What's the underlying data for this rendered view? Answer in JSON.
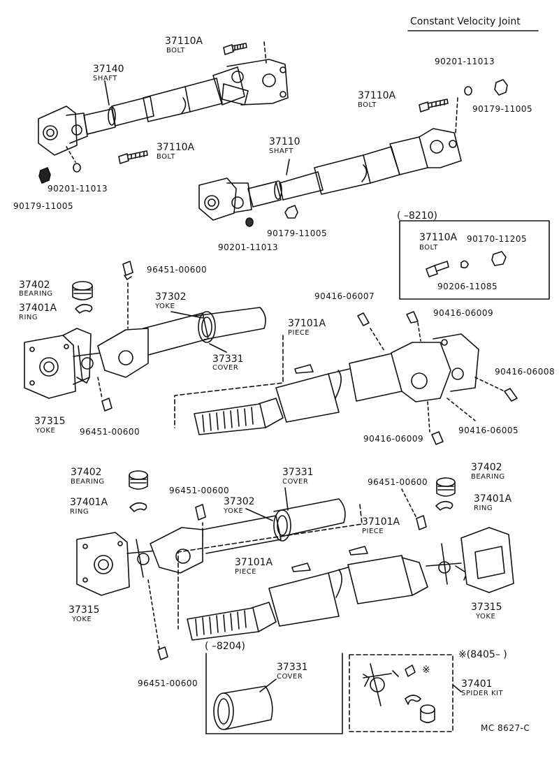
{
  "title": "Constant Velocity Joint",
  "drawing_code": "MC  8627-C",
  "colors": {
    "ink": "#111111",
    "paper": "#ffffff"
  },
  "labels": {
    "bolt_top_num": "37110A",
    "bolt_top_name": "BOLT",
    "shaft_37140_num": "37140",
    "shaft_37140_name": "SHAFT",
    "bolt_mid_num": "37110A",
    "bolt_mid_name": "BOLT",
    "washer_left": "90201-11013",
    "nut_left": "90179-11005",
    "washer_right_top": "90201-11013",
    "bolt_right_num": "37110A",
    "bolt_right_name": "BOLT",
    "nut_right_top": "90179-11005",
    "shaft_37110_num": "37110",
    "shaft_37110_name": "SHAFT",
    "nut_right_low": "90179-11005",
    "washer_right_low": "90201-11013",
    "box_8210_title": "(        –8210)",
    "box_bolt_num": "37110A",
    "box_bolt_name": "BOLT",
    "box_nut": "90170-11205",
    "box_washer": "90206-11085",
    "grease1": "96451-00600",
    "bearing1_num": "37402",
    "bearing1_name": "BEARING",
    "ring1_num": "37401A",
    "ring1_name": "RING",
    "yoke37302_1_num": "37302",
    "yoke37302_1_name": "YOKE",
    "bolt_90416_06007": "90416-06007",
    "bolt_90416_06009_a": "90416-06009",
    "piece1_num": "37101A",
    "piece1_name": "PIECE",
    "cover1_num": "37331",
    "cover1_name": "COVER",
    "bolt_90416_06008": "90416-06008",
    "yoke37315_1_num": "37315",
    "yoke37315_1_name": "YOKE",
    "grease2": "96451-00600",
    "bolt_90416_06005": "90416-06005",
    "bolt_90416_06009_b": "90416-06009",
    "bearing2_num": "37402",
    "bearing2_name": "BEARING",
    "cover2_num": "37331",
    "cover2_name": "COVER",
    "grease3": "96451-00600",
    "grease4": "96451-00600",
    "bearing3_num": "37402",
    "bearing3_name": "BEARING",
    "ring2_num": "37401A",
    "ring2_name": "RING",
    "yoke37302_2_num": "37302",
    "yoke37302_2_name": "YOKE",
    "piece2_num": "37101A",
    "piece2_name": "PIECE",
    "ring3_num": "37401A",
    "ring3_name": "RING",
    "piece3_num": "37101A",
    "piece3_name": "PIECE",
    "yoke37315_2_num": "37315",
    "yoke37315_2_name": "YOKE",
    "yoke37315_3_num": "37315",
    "yoke37315_3_name": "YOKE",
    "box_8204_title": "(        –8204)",
    "cover3_num": "37331",
    "cover3_name": "COVER",
    "grease5": "96451-00600",
    "kit_title": "※(8405–          )",
    "kit_mark": "※",
    "kit_num": "37401",
    "kit_name": "SPIDER KIT"
  }
}
